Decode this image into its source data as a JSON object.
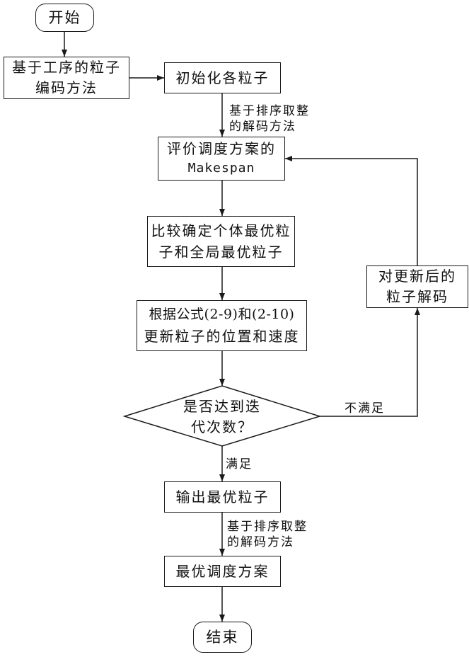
{
  "nodes": {
    "start": "开始",
    "encode": [
      "基于工序的粒子",
      "编码方法"
    ],
    "init": "初始化各粒子",
    "evaluate": [
      "评价调度方案的",
      "Makespan"
    ],
    "compare": [
      "比较确定个体最优粒",
      "子和全局最优粒子"
    ],
    "update": [
      "根据公式(2-9)和(2-10)",
      "更新粒子的位置和速度"
    ],
    "decision": [
      "是否达到迭",
      "代次数？"
    ],
    "decode": [
      "对更新后的",
      "粒子解码"
    ],
    "output": "输出最优粒子",
    "best": "最优调度方案",
    "end": "结束"
  },
  "edge_labels": {
    "decode_method_1": [
      "基于排序取整",
      "的解码方法"
    ],
    "not_satisfied": "不满足",
    "satisfied": "满足",
    "decode_method_2": [
      "基于排序取整",
      "的解码方法"
    ]
  }
}
